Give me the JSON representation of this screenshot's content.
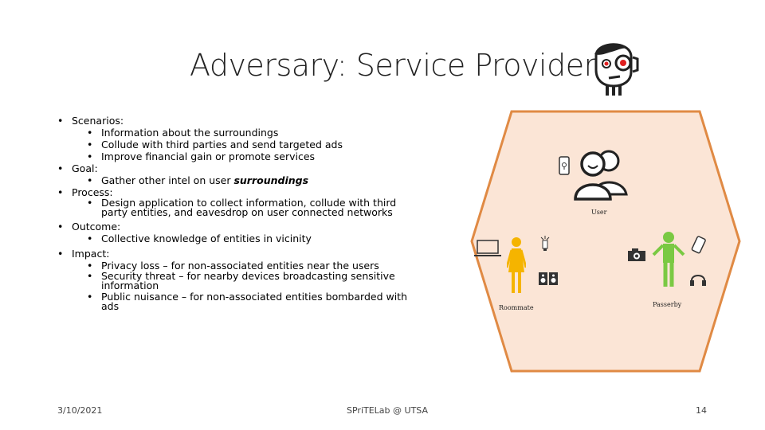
{
  "slide": {
    "title": "Adversary: Service Provider",
    "bullets": {
      "scenarios": {
        "label": "Scenarios:",
        "items": [
          "Information about the surroundings",
          "Collude with third parties and send targeted ads",
          "Improve financial gain or promote services"
        ]
      },
      "goal": {
        "label": "Goal:",
        "item_prefix": "Gather other intel on user ",
        "item_emphasis": "surroundings"
      },
      "process": {
        "label": "Process:",
        "item_line1": "Design application to collect information, collude with third",
        "item_line2": "party entities, and eavesdrop on user connected networks"
      },
      "outcome": {
        "label": "Outcome:",
        "item": "Collective knowledge of entities in vicinity"
      },
      "impact": {
        "label": "Impact:",
        "items": [
          {
            "line1": "Privacy loss – for non-associated entities near the users"
          },
          {
            "line1": "Security threat – for nearby devices broadcasting sensitive",
            "line2": "information"
          },
          {
            "line1": "Public nuisance –  for non-associated entities bombarded with",
            "line2": "ads"
          }
        ]
      }
    },
    "diagram": {
      "labels": {
        "user": "User",
        "roommate": "Roommate",
        "passerby": "Passerby"
      },
      "colors": {
        "hex_fill": "#FBE5D6",
        "hex_border": "#E08A44",
        "roommate": "#F5B400",
        "passerby": "#7AC943",
        "accent_red": "#E02020"
      },
      "icons": [
        "hacker-icon",
        "phone-icon",
        "users-icon",
        "laptop-icon",
        "bulb-icon",
        "speakers-icon",
        "camera-icon",
        "tablet-icon",
        "headphones-icon"
      ]
    },
    "footer": {
      "date": "3/10/2021",
      "org": "SPriTELab @ UTSA",
      "page": "14"
    }
  }
}
